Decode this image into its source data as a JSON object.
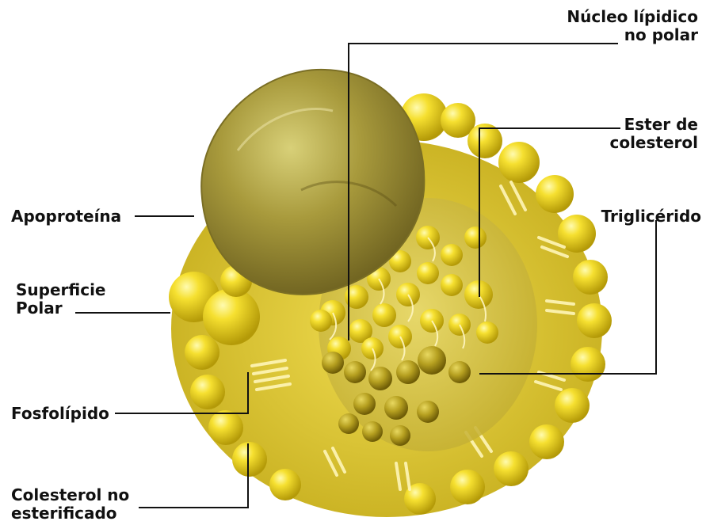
{
  "labels": {
    "nucleo": {
      "line1": "Núcleo lípidico",
      "line2": "no polar"
    },
    "ester": {
      "line1": "Ester de",
      "line2": "colesterol"
    },
    "trigliceridos": {
      "line1": "Triglicérido"
    },
    "apoproteina": {
      "line1": "Apoproteína"
    },
    "superficie": {
      "line1": "Superficie",
      "line2": "Polar"
    },
    "fosfolipido": {
      "line1": "Fosfolípido"
    },
    "colesterol": {
      "line1": "Colesterol no",
      "line2": "esterificado"
    }
  },
  "colors": {
    "particle_yellow": "#f2d21a",
    "particle_light": "#fff070",
    "particle_dark": "#9a8a10",
    "apoprotein": "#b0a43a",
    "leader_line": "#111111"
  }
}
